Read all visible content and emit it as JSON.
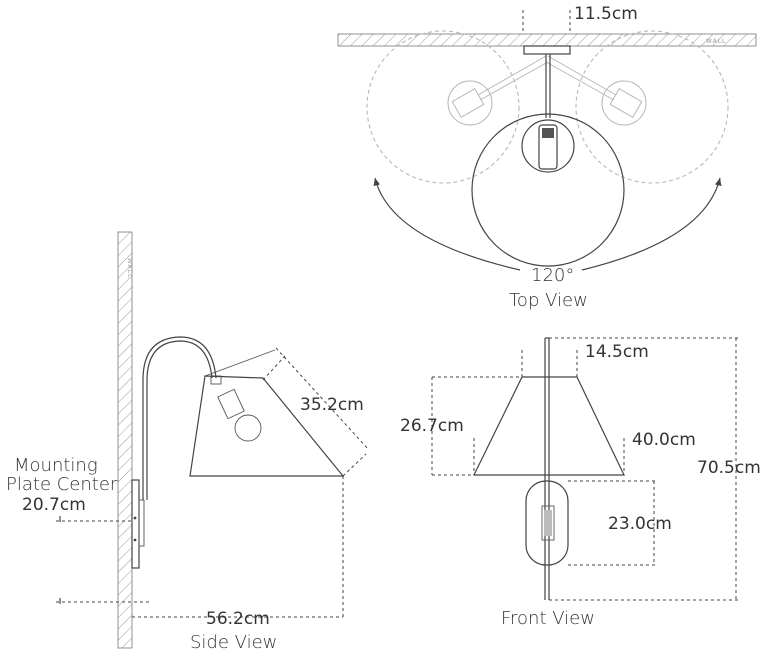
{
  "top_view": {
    "title": "Top View",
    "angle": "120°",
    "depth": "11.5cm",
    "wall": "WALL"
  },
  "side_view": {
    "title": "Side View",
    "projection": "56.2cm",
    "shade_slant": "35.2cm",
    "mounting_label_1": "Mounting",
    "mounting_label_2": "Plate Center",
    "mounting_height": "20.7cm",
    "wall": "WALL"
  },
  "front_view": {
    "title": "Front View",
    "shade_top": "14.5cm",
    "shade_height": "26.7cm",
    "shade_bottom": "40.0cm",
    "plate_height": "23.0cm",
    "overall_height": "70.5cm"
  }
}
